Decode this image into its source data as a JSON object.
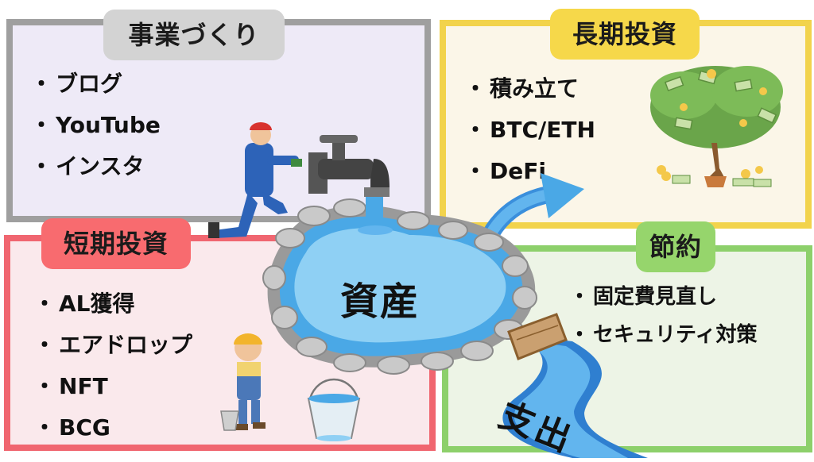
{
  "panels": {
    "business": {
      "title": "事業づくり",
      "items": [
        "ブログ",
        "YouTube",
        "インスタ"
      ]
    },
    "long_term": {
      "title": "長期投資",
      "items": [
        "積み立て",
        "BTC/ETH",
        "DeFi"
      ]
    },
    "short_term": {
      "title": "短期投資",
      "items": [
        "AL獲得",
        "エアドロップ",
        "NFT",
        "BCG"
      ]
    },
    "saving": {
      "title": "節約",
      "items": [
        "固定費見直し",
        "セキュリティ対策"
      ]
    }
  },
  "center": {
    "pond_label": "資産",
    "outflow_label": "支出"
  },
  "colors": {
    "business_border": "#9f9f9f",
    "long_term_accent": "#f6d84a",
    "short_term_accent": "#f86b6f",
    "saving_accent": "#96d56c",
    "water": "#4aa8e6"
  },
  "icons": [
    "worker-plumber-icon",
    "faucet-icon",
    "money-tree-icon",
    "worker-bucket-icon",
    "water-bucket-icon",
    "wood-plank-icon"
  ]
}
